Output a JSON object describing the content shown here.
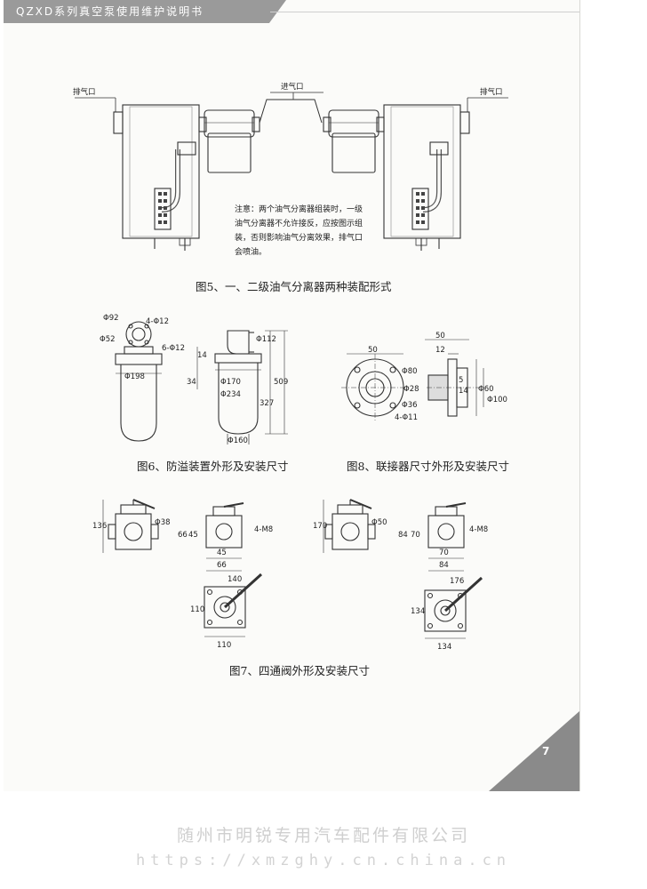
{
  "header": {
    "title": "QZXD系列真空泵使用维护说明书"
  },
  "fig5": {
    "caption": "图5、一、二级油气分离器两种装配形式",
    "exhaust_left": "排气口",
    "intake": "进气口",
    "exhaust_right": "排气口",
    "note": "注意：两个油气分离器组装时，一级油气分离器不允许接反，应按图示组装，否则影响油气分离效果，排气口会喷油。"
  },
  "fig6": {
    "caption": "图6、防溢装置外形及安装尺寸",
    "dims": [
      "Φ92",
      "4-Φ12",
      "Φ52",
      "6-Φ12",
      "Φ198",
      "14",
      "34",
      "Φ112",
      "Φ170",
      "Φ234",
      "327",
      "509",
      "Φ160"
    ]
  },
  "fig8": {
    "caption": "图8、联接器尺寸外形及安装尺寸",
    "dims": [
      "50",
      "50",
      "12",
      "Φ80",
      "Φ28",
      "Φ36",
      "4-Φ11",
      "5",
      "14",
      "Φ60",
      "Φ100"
    ]
  },
  "fig7": {
    "caption": "图7、四通阀外形及安装尺寸",
    "left": [
      "136",
      "Φ38",
      "66",
      "45",
      "4-M8",
      "45",
      "66",
      "140",
      "110",
      "110"
    ],
    "right": [
      "170",
      "Φ50",
      "84",
      "70",
      "4-M8",
      "70",
      "84",
      "176",
      "134",
      "134"
    ]
  },
  "page_number": "7",
  "watermark": {
    "company": "随州市明锐专用汽车配件有限公司",
    "url": "https://xmzghy.cn.china.cn"
  }
}
